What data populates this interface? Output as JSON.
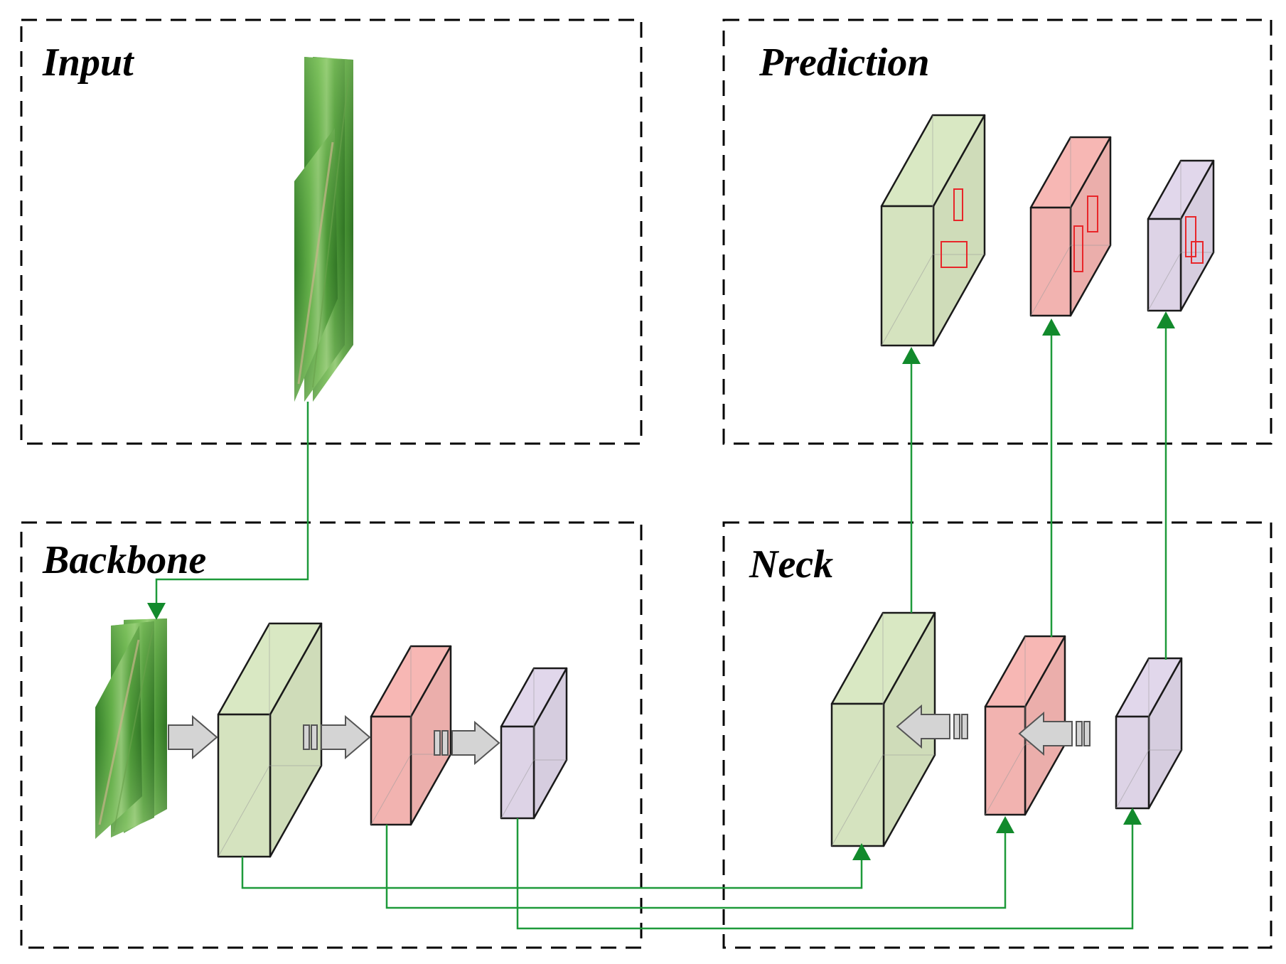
{
  "panels": {
    "input": {
      "title": "Input"
    },
    "prediction": {
      "title": "Prediction"
    },
    "backbone": {
      "title": "Backbone"
    },
    "neck": {
      "title": "Neck"
    }
  },
  "colors": {
    "feature_large": "#d5e3bf",
    "feature_medium": "#f2b3b0",
    "feature_small": "#ddd3e6",
    "connector": "#1e9a3a",
    "arrowhead": "#128a2c",
    "flow_arrow": "#d4d4d4",
    "detection_box": "#e8262a",
    "leaf_dark": "#3d8a2f",
    "leaf_light": "#9bd27a",
    "panel_border": "#000000"
  }
}
